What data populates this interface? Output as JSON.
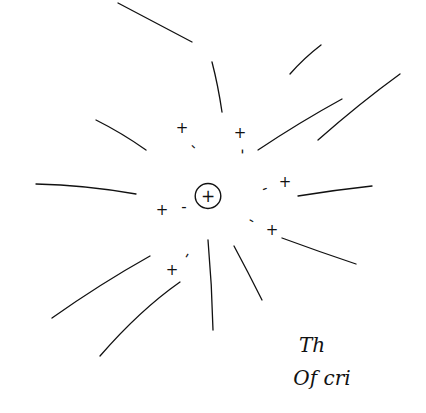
{
  "diagram": {
    "nodes": [
      {
        "text": [
          "+"
        ]
      }
    ],
    "labels": [
      "+",
      "-",
      "+",
      "-",
      "-",
      "+",
      "+",
      "-",
      "-",
      "+",
      "+",
      "-",
      "Th",
      "Of cri"
    ]
  }
}
